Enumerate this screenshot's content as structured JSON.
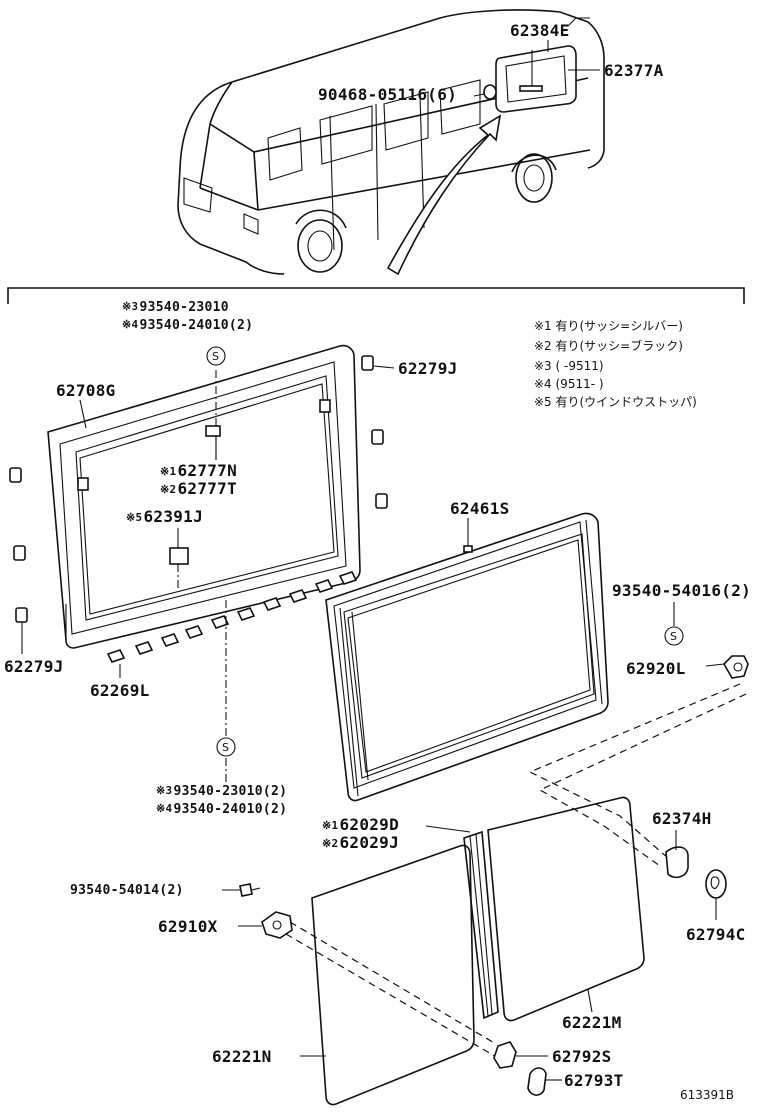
{
  "figure_id": "613391B",
  "parts": {
    "p62384E": "62384E",
    "p62377A": "62377A",
    "p90468": "90468-05116(6)",
    "p62279J_top": "62279J",
    "p62708G": "62708G",
    "p62777N": "62777N",
    "p62777T": "62777T",
    "p62391J": "62391J",
    "p62279J_left": "62279J",
    "p62269L": "62269L",
    "p62461S": "62461S",
    "p93540_54016": "93540-54016(2)",
    "p62920L": "62920L",
    "p62374H": "62374H",
    "p62794C": "62794C",
    "p62029D": "62029D",
    "p62029J": "62029J",
    "p93540_54014": "93540-54014(2)",
    "p62910X": "62910X",
    "p62221M": "62221M",
    "p62221N": "62221N",
    "p62792S": "62792S",
    "p62793T": "62793T"
  },
  "screws_top": {
    "line1": "93540-23010",
    "line2": "93540-24010(2)"
  },
  "screws_bottom": {
    "line1": "93540-23010(2)",
    "line2": "93540-24010(2)"
  },
  "marks": {
    "m1": "※1",
    "m2": "※2",
    "m3": "※3",
    "m4": "※4",
    "m5": "※5",
    "s": "S"
  },
  "notes": [
    "※1 有り(サッシ=シルバー)",
    "※2 有り(サッシ=ブラック)",
    "※3 (      -9511)",
    "※4 (9511-       )",
    "※5 有り(ウインドウストッパ)"
  ]
}
